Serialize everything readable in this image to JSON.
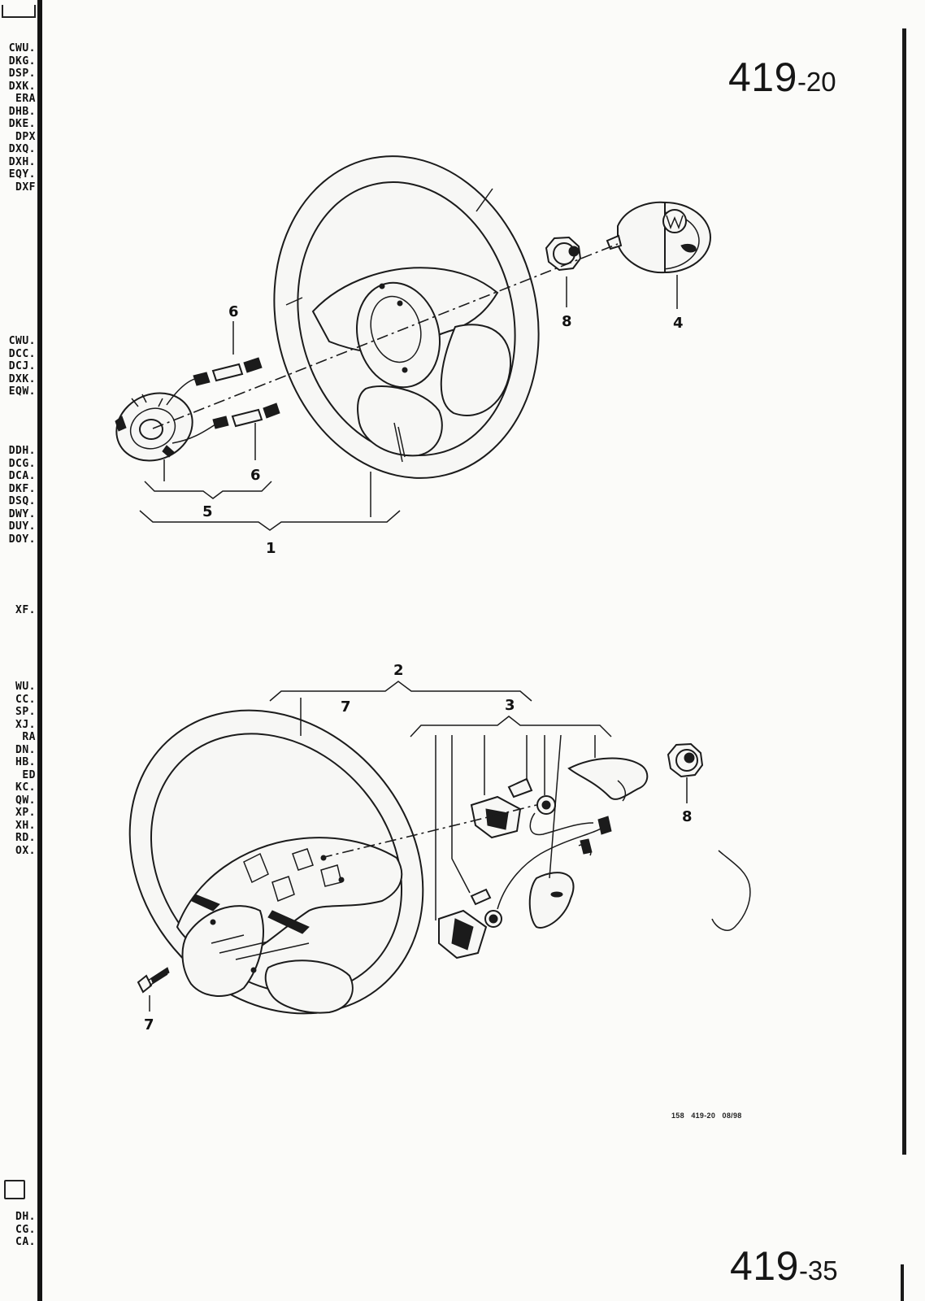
{
  "page": {
    "number_top": {
      "main": "419",
      "suffix": "-20"
    },
    "number_bottom": {
      "main": "419",
      "suffix": "-35"
    },
    "reference_code": "158   419-20   08/98"
  },
  "left_codes": {
    "group_1": [
      "CWU.",
      "DKG.",
      "DSP.",
      "DXK.",
      "ERA",
      "DHB.",
      "DKE.",
      "DPX",
      "DXQ.",
      "DXH.",
      "EQY.",
      "DXF"
    ],
    "group_2": [
      "CWU.",
      "DCC.",
      "DCJ.",
      "DXK.",
      "EQW."
    ],
    "group_3": [
      "DDH.",
      "DCG.",
      "DCA.",
      "DKF.",
      "DSQ.",
      "DWY.",
      "DUY.",
      "DOY."
    ],
    "group_4": [
      "XF."
    ],
    "group_5": [
      "WU.",
      "CC.",
      "SP.",
      "XJ.",
      "RA",
      "DN.",
      "HB.",
      "ED",
      "KC.",
      "QW.",
      "XP.",
      "XH.",
      "RD.",
      "OX."
    ],
    "group_6": [
      "DH.",
      "CG.",
      "CA."
    ]
  },
  "callouts": {
    "c1": "1",
    "c2": "2",
    "c3": "3",
    "c4": "4",
    "c5": "5",
    "c6a": "6",
    "c6b": "6",
    "c7a": "7",
    "c7b": "7",
    "c8a": "8",
    "c8b": "8"
  }
}
